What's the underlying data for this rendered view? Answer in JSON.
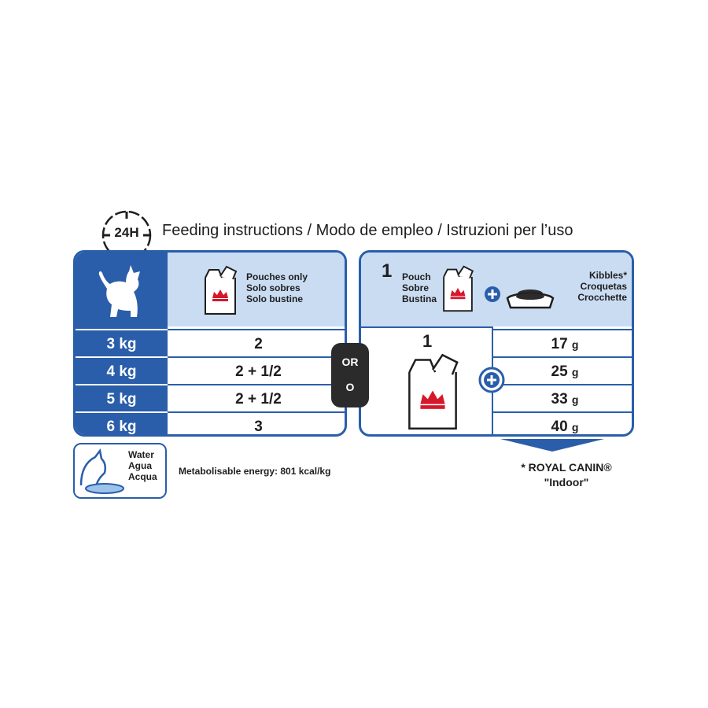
{
  "header": {
    "clock_label": "24H",
    "title": "Feeding instructions / Modo de empleo / Istruzioni per l’uso"
  },
  "left_panel": {
    "pouch_label": [
      "Pouches only",
      "Solo sobres",
      "Solo bustine"
    ],
    "rows": [
      {
        "weight": "3 kg",
        "pouches": "2"
      },
      {
        "weight": "4 kg",
        "pouches": "2 + 1/2"
      },
      {
        "weight": "5 kg",
        "pouches": "2 + 1/2"
      },
      {
        "weight": "6 kg",
        "pouches": "3"
      }
    ]
  },
  "or_badge": {
    "line1": "OR",
    "line2": "O"
  },
  "right_panel": {
    "pouch_count": "1",
    "pouch_label": [
      "Pouch",
      "Sobre",
      "Bustina"
    ],
    "kibbles_label": [
      "Kibbles*",
      "Croquetas",
      "Crocchette"
    ],
    "big_pouch_count": "1",
    "kibble_unit": "g",
    "kibble_rows": [
      "17",
      "25",
      "33",
      "40"
    ]
  },
  "water": {
    "label": [
      "Water",
      "Agua",
      "Acqua"
    ]
  },
  "energy": "Metabolisable energy: 801 kcal/kg",
  "footnote": {
    "line1": "* ROYAL CANIN®",
    "line2": "\"Indoor\""
  },
  "colors": {
    "brand_blue": "#2a5eaa",
    "light_blue": "#c9dcf2",
    "red": "#d6182b",
    "dark": "#2b2b2b"
  }
}
